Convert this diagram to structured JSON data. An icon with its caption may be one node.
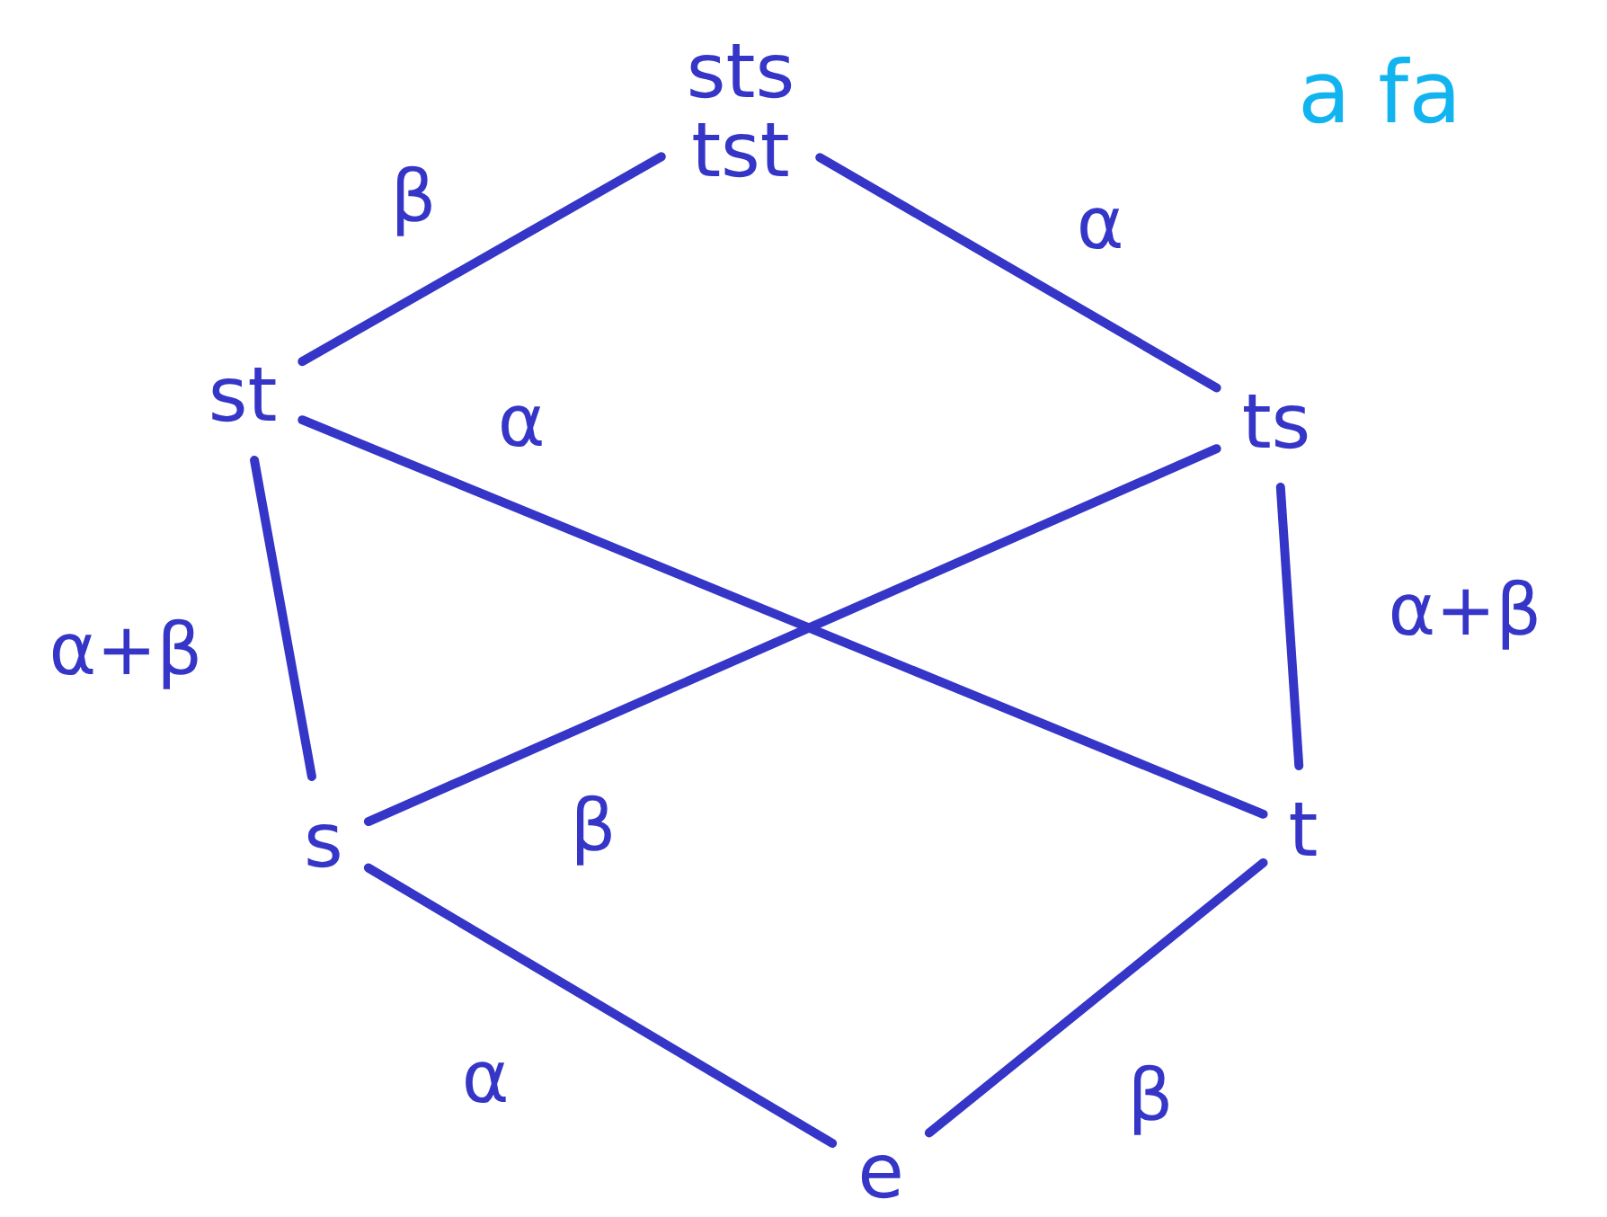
{
  "diagram": {
    "nodes": [
      {
        "text": [
          "sts",
          "tst"
        ]
      },
      {
        "text": [
          "st"
        ]
      },
      {
        "text": [
          "ts"
        ]
      },
      {
        "text": [
          "s"
        ]
      },
      {
        "text": [
          "t"
        ]
      },
      {
        "text": [
          "e"
        ]
      }
    ],
    "edges": [
      {
        "from": 1,
        "to": 0,
        "arrow": "none",
        "label": "β"
      },
      {
        "from": 0,
        "to": 2,
        "arrow": "none",
        "label": "α"
      },
      {
        "from": 1,
        "to": 4,
        "arrow": "none",
        "label": "α"
      },
      {
        "from": 1,
        "to": 3,
        "arrow": "none",
        "label": "α+β"
      },
      {
        "from": 2,
        "to": 4,
        "arrow": "none",
        "label": "α+β"
      },
      {
        "from": 3,
        "to": 2,
        "arrow": "none",
        "label": "β"
      },
      {
        "from": 3,
        "to": 5,
        "arrow": "none",
        "label": "α"
      },
      {
        "from": 5,
        "to": 4,
        "arrow": "none",
        "label": "β"
      }
    ],
    "labels": [
      "a fa"
    ]
  }
}
